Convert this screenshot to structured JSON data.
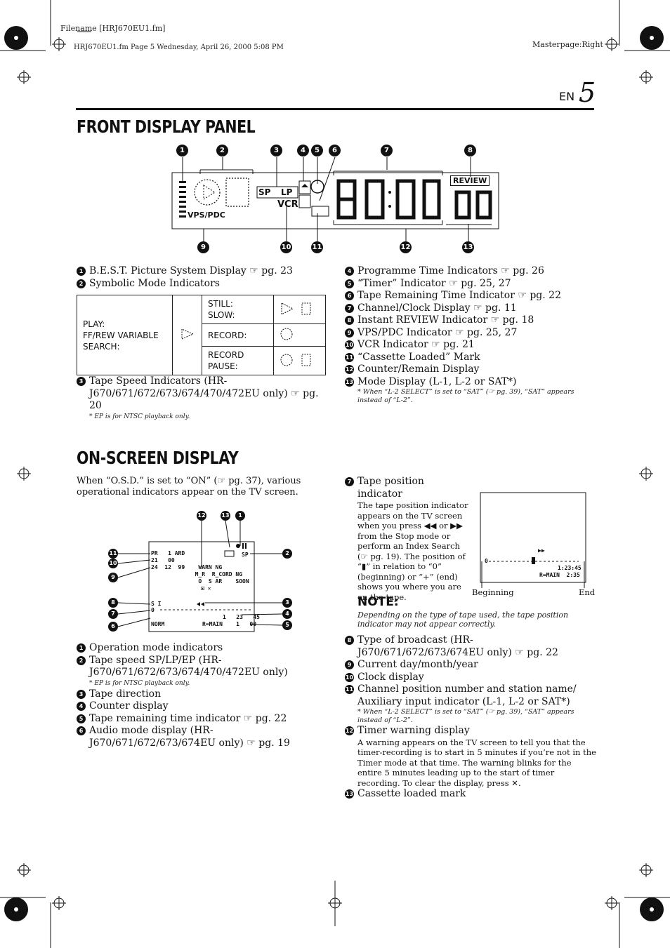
{
  "header": {
    "filename": "Filename [HRJ670EU1.fm]",
    "fileinfo": "HRJ670EU1.fm  Page 5  Wednesday, April 26, 2000  5:08 PM",
    "masterpage": "Masterpage:Right",
    "lang": "EN",
    "page_number": "5"
  },
  "front_panel": {
    "title": "FRONT DISPLAY PANEL",
    "display": {
      "sp": "SP",
      "lp": "LP",
      "vcr": "VCR",
      "vps": "VPS/PDC",
      "review": "REVIEW"
    },
    "callouts_top": [
      "1",
      "2",
      "3",
      "4",
      "5",
      "6",
      "7",
      "8"
    ],
    "callouts_bottom": [
      "9",
      "10",
      "11",
      "12",
      "13"
    ],
    "left_items": [
      {
        "num": "1",
        "text": "B.E.S.T. Picture System Display ☞ pg. 23"
      },
      {
        "num": "2",
        "text": "Symbolic Mode Indicators"
      }
    ],
    "table": {
      "left_label": "PLAY:\nFF/REW VARIABLE\nSEARCH:",
      "rows": [
        {
          "label": "STILL:\nSLOW:"
        },
        {
          "label": "RECORD:"
        },
        {
          "label": "RECORD\nPAUSE:"
        }
      ]
    },
    "item3": {
      "num": "3",
      "text": "Tape Speed Indicators (HR-J670/671/672/673/674/470/472EU only) ☞ pg. 20"
    },
    "item3_note": "* EP is for NTSC playback only.",
    "right_items": [
      {
        "num": "4",
        "text": "Programme Time Indicators ☞ pg. 26"
      },
      {
        "num": "5",
        "text": "“Timer” Indicator ☞ pg. 25, 27"
      },
      {
        "num": "6",
        "text": "Tape Remaining Time Indicator ☞ pg. 22"
      },
      {
        "num": "7",
        "text": "Channel/Clock Display ☞ pg. 11"
      },
      {
        "num": "8",
        "text": "Instant REVIEW Indicator ☞ pg. 18"
      },
      {
        "num": "9",
        "text": "VPS/PDC Indicator ☞ pg. 25, 27"
      },
      {
        "num": "10",
        "text": "VCR Indicator ☞ pg. 21"
      },
      {
        "num": "11",
        "text": "“Cassette Loaded” Mark"
      },
      {
        "num": "12",
        "text": "Counter/Remain Display"
      },
      {
        "num": "13",
        "text": "Mode Display (L-1, L-2 or SAT*)"
      }
    ],
    "right_note": "*  When “L-2 SELECT” is set to “SAT” (☞ pg. 39), “SAT” appears instead of “L-2”."
  },
  "osd": {
    "title": "ON-SCREEN DISPLAY",
    "intro": "When “O.S.D.” is set to “ON” (☞ pg. 37), various operational indicators appear on the TV screen.",
    "screen": {
      "line1": "PR   1 ARD",
      "line2": "21   00",
      "line3": "24  12  99    WARN NG",
      "line4": "             M_R  R_CORD NG",
      "line5": "              O  S AR    SOON",
      "sp": "SP",
      "si": "S I",
      "zero": "0",
      "counter": "1   23   45",
      "norm": "NORM",
      "remain": "R=MAIN    1   00",
      "cross": "⊡ ✕"
    },
    "left_items": [
      {
        "num": "1",
        "text": "Operation mode indicators"
      },
      {
        "num": "2",
        "text": "Tape speed SP/LP/EP (HR-J670/671/672/673/674/470/472EU only)"
      }
    ],
    "left_note": "* EP is for NTSC playback only.",
    "left_items2": [
      {
        "num": "3",
        "text": "Tape direction"
      },
      {
        "num": "4",
        "text": "Counter display"
      },
      {
        "num": "5",
        "text": "Tape remaining time indicator ☞ pg. 22"
      },
      {
        "num": "6",
        "text": "Audio mode display (HR-J670/671/672/673/674EU only) ☞ pg. 19"
      }
    ],
    "item7": {
      "num": "7",
      "text": "Tape position indicator"
    },
    "item7_body": "The tape position indicator appears on the TV screen when you press ◀◀ or ▶▶ from the Stop mode or perform an Index Search (☞ pg. 19). The position of “▮” in relation to “0” (beginning) or “+” (end) shows you where you are on the tape.",
    "tape_screen": {
      "ff": "▶▶",
      "zero": "0",
      "counter": "1:23:45",
      "remain": "R=MAIN  2:35",
      "beginning": "Beginning",
      "end": "End"
    },
    "note_title": "NOTE:",
    "note_body": "Depending on the type of tape used, the tape position indicator may not appear correctly.",
    "right_items": [
      {
        "num": "8",
        "text": "Type of broadcast (HR-J670/671/672/673/674EU only) ☞ pg. 22"
      },
      {
        "num": "9",
        "text": "Current day/month/year"
      },
      {
        "num": "10",
        "text": "Clock display"
      },
      {
        "num": "11",
        "text": "Channel position number and station name/ Auxiliary input indicator (L-1, L-2 or SAT*)"
      }
    ],
    "right_note": "*  When “L-2 SELECT” is set to “SAT” (☞ pg. 39), “SAT” appears instead of “L-2”.",
    "item12": {
      "num": "12",
      "text": "Timer warning display"
    },
    "item12_body": "A warning appears on the TV screen to tell you that the timer-recording is to start in 5 minutes if you’re not in the Timer mode at that time. The warning blinks for the entire 5 minutes leading up to the start of timer recording. To clear the display, press ✕.",
    "item13": {
      "num": "13",
      "text": "Cassette loaded mark"
    },
    "callouts_top": [
      "12",
      "13",
      "1"
    ],
    "callouts_left": [
      "11",
      "10",
      "9",
      "8",
      "7",
      "6"
    ],
    "callouts_right": [
      "2",
      "3",
      "4",
      "5"
    ]
  }
}
